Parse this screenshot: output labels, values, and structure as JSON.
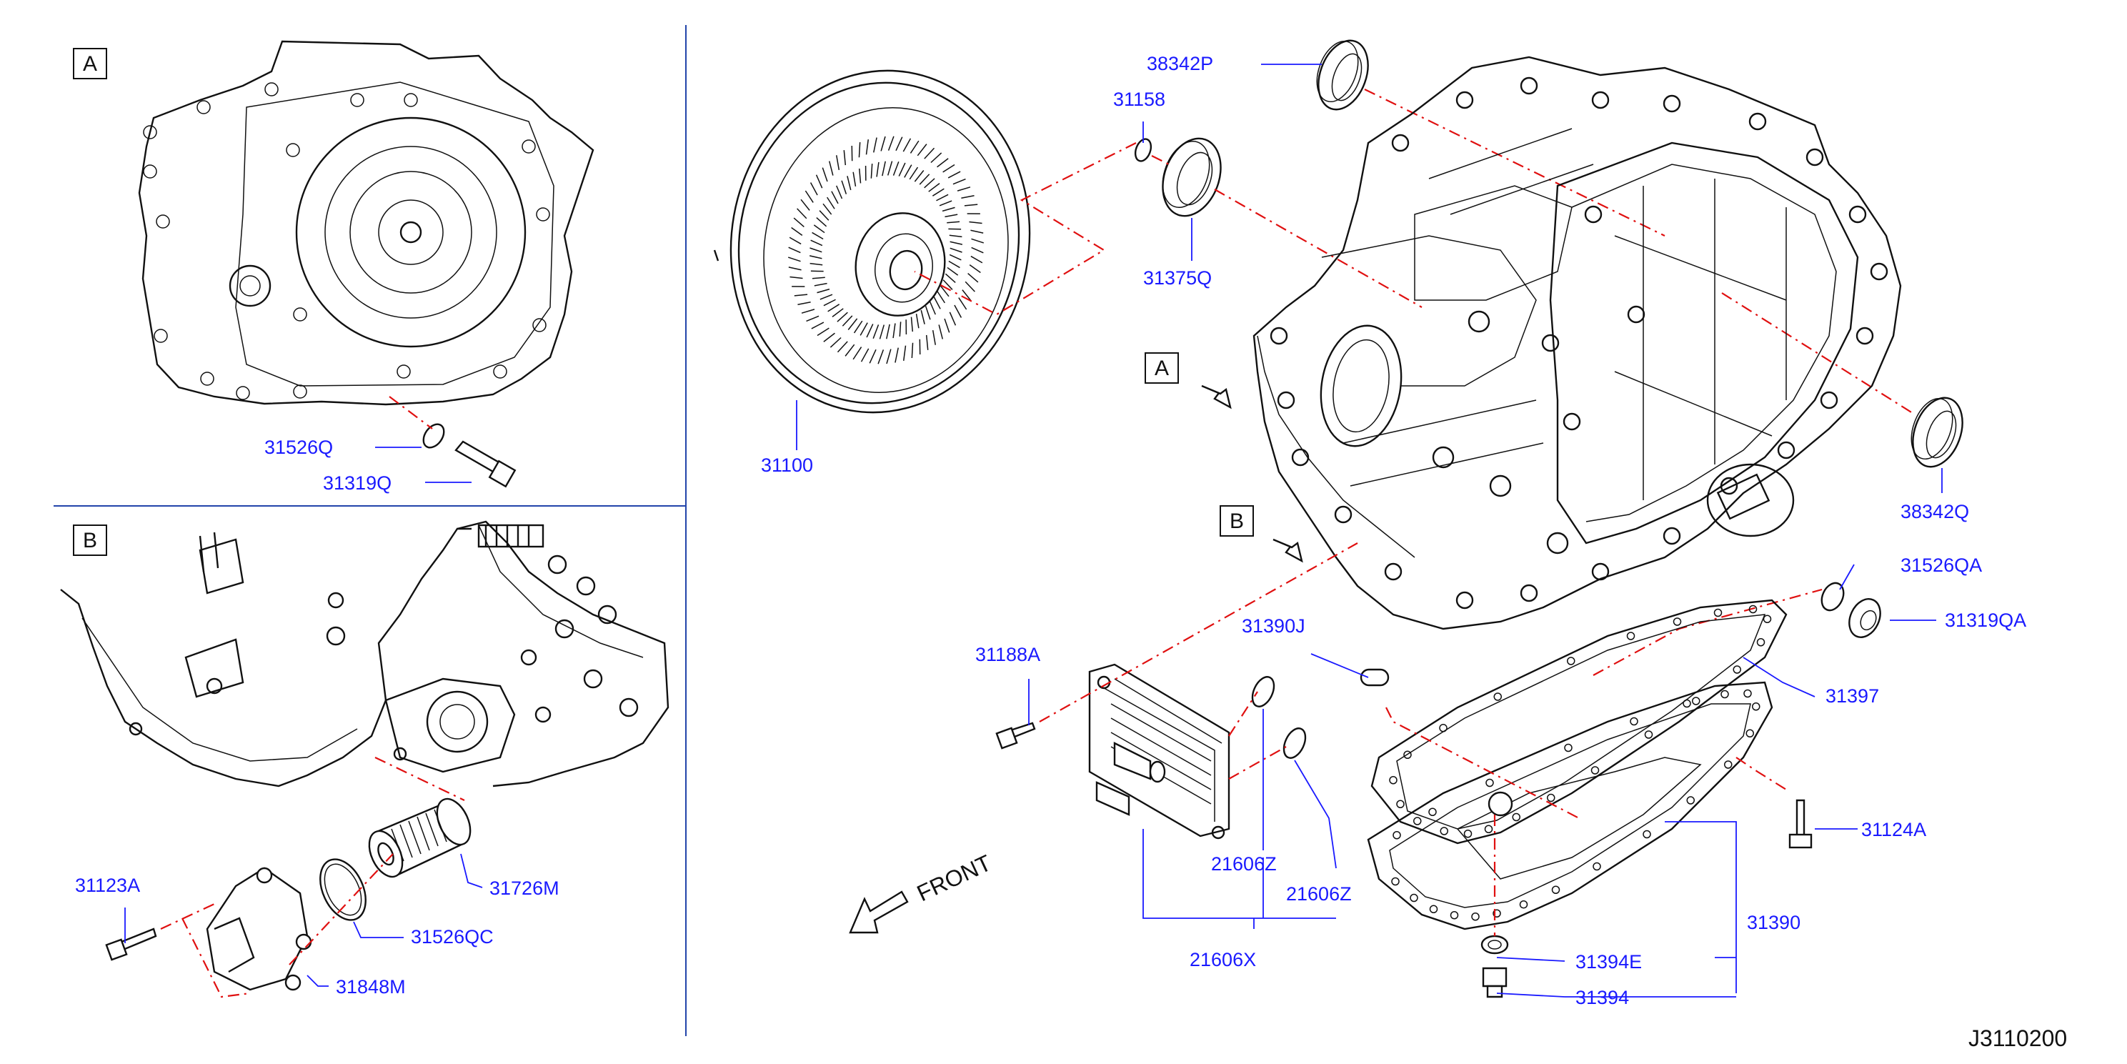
{
  "diagram_code": "J3110200",
  "direction_label": "FRONT",
  "view_markers": {
    "a_panel": "A",
    "b_panel": "B",
    "a_callout": "A",
    "b_callout": "B"
  },
  "parts": {
    "p31526Q": "31526Q",
    "p31319Q": "31319Q",
    "p31123A": "31123A",
    "p31726M": "31726M",
    "p31526QC": "31526QC",
    "p31848M": "31848M",
    "p31100": "31100",
    "p38342P": "38342P",
    "p31158": "31158",
    "p31375Q": "31375Q",
    "p38342Q": "38342Q",
    "p31526QA": "31526QA",
    "p31319QA": "31319QA",
    "p31397": "31397",
    "p31390J": "31390J",
    "p31188A": "31188A",
    "p21606Z_a": "21606Z",
    "p21606Z_b": "21606Z",
    "p21606X": "21606X",
    "p31124A": "31124A",
    "p31390": "31390",
    "p31394E": "31394E",
    "p31394": "31394"
  },
  "colors": {
    "label": "#1a1aff",
    "line_art": "#111111",
    "phantom_line": "#e01010",
    "panel_divider": "#2244aa"
  }
}
